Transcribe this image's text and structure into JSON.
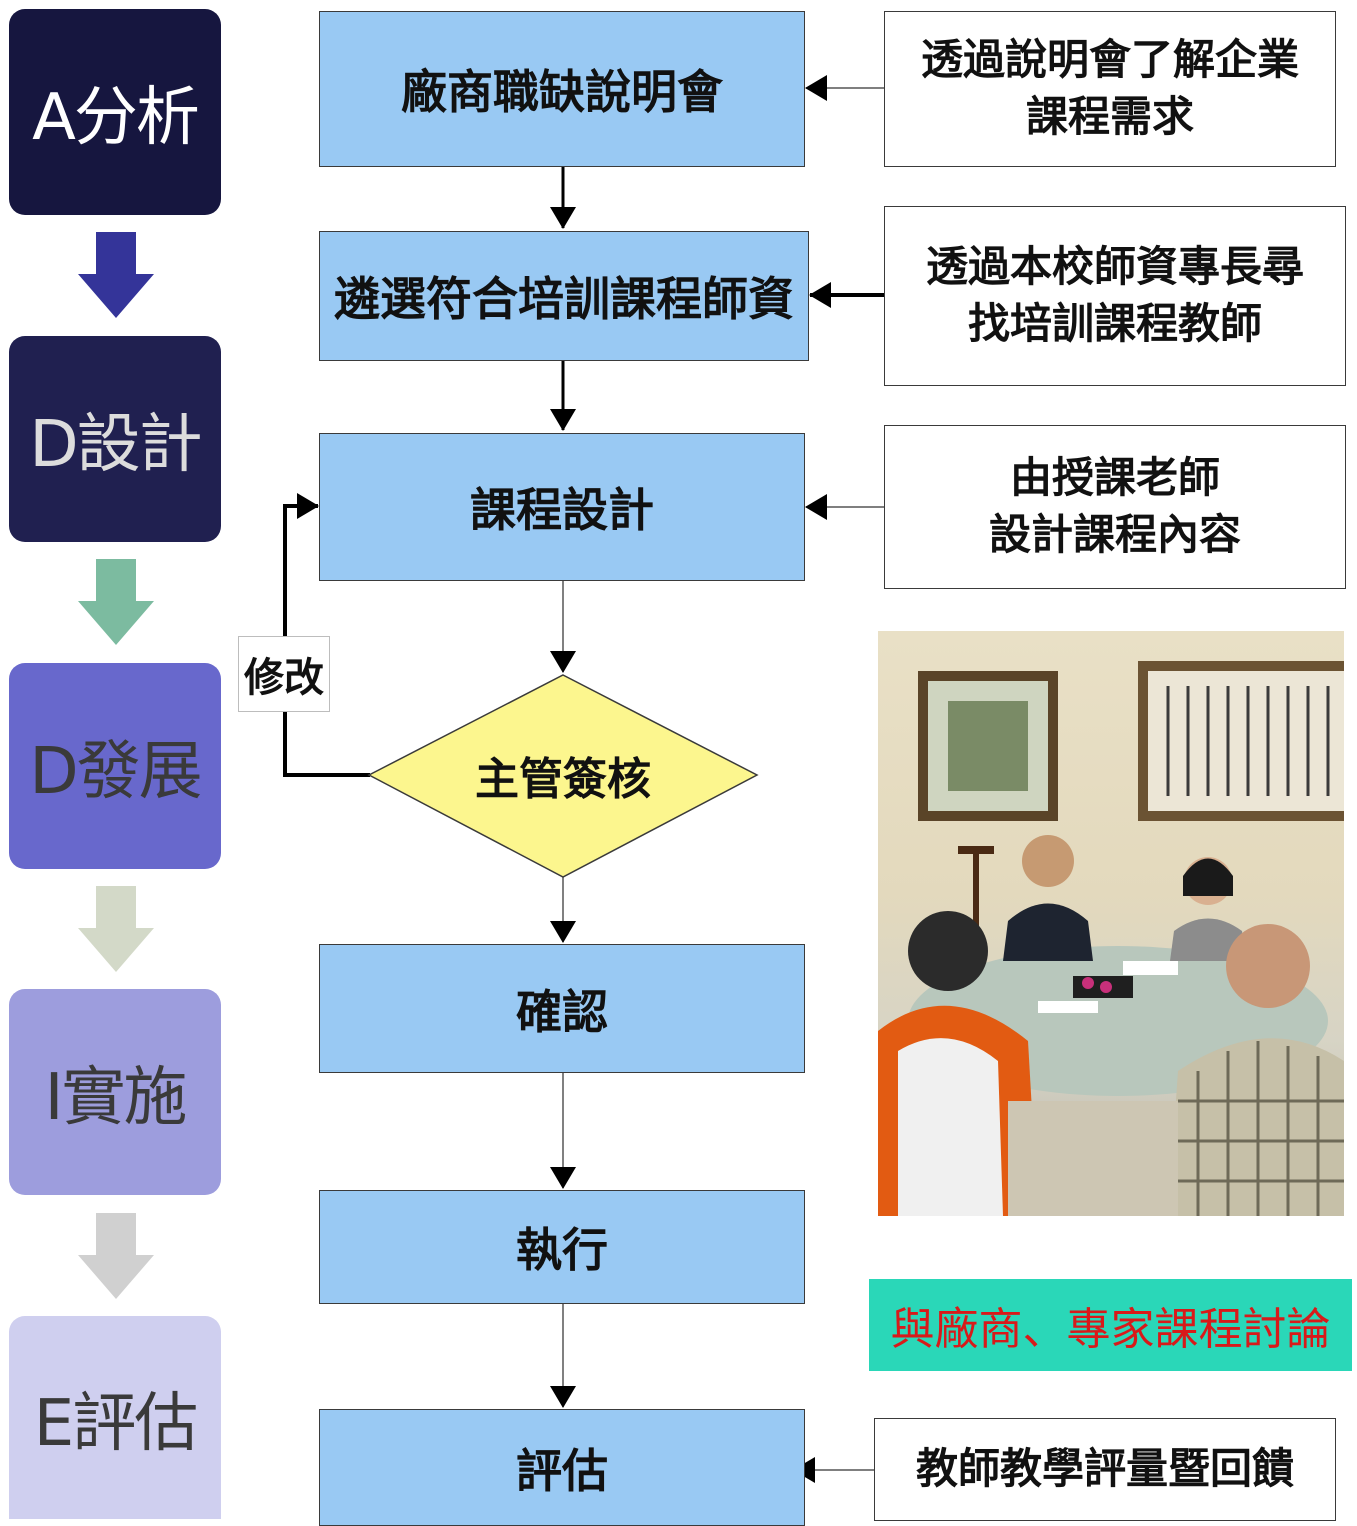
{
  "adie": {
    "stages": [
      {
        "label": "A分析",
        "color": "#16163f",
        "text_color": "#ffffff"
      },
      {
        "label": "D設計",
        "color": "#202050",
        "text_color": "#dcdcdc"
      },
      {
        "label": "D發展",
        "color": "#6868cc",
        "text_color": "#3a3a3a"
      },
      {
        "label": "I實施",
        "color": "#9d9ddd",
        "text_color": "#3a3a3a"
      },
      {
        "label": "E評估",
        "color": "#cfcfef",
        "text_color": "#3a3a3a"
      }
    ],
    "arrow_colors": [
      "#343499",
      "#7cbba0",
      "#d3d9c8",
      "#d0d0d0"
    ]
  },
  "flow": {
    "steps": [
      {
        "label": "廠商職缺說明會"
      },
      {
        "label": "遴選符合培訓課程師資"
      },
      {
        "label": "課程設計"
      },
      {
        "label": "確認"
      },
      {
        "label": "執行"
      },
      {
        "label": "評估"
      }
    ],
    "decision": {
      "label": "主管簽核"
    },
    "revise_label": "修改"
  },
  "notes": [
    {
      "lines": [
        "透過說明會了解企業",
        "課程需求"
      ]
    },
    {
      "lines": [
        "透過本校師資專長尋",
        "找培訓課程教師"
      ]
    },
    {
      "lines": [
        "由授課老師",
        "設計課程內容"
      ]
    },
    {
      "lines": [
        "教師教學評量暨回饋"
      ]
    }
  ],
  "photo": {
    "caption": "與廠商、專家課程討論"
  },
  "colors": {
    "step_fill": "#99c9f3",
    "decision_fill": "#fcf68e",
    "caption_bg": "#2ad7b8",
    "caption_text": "#d81a1a"
  }
}
